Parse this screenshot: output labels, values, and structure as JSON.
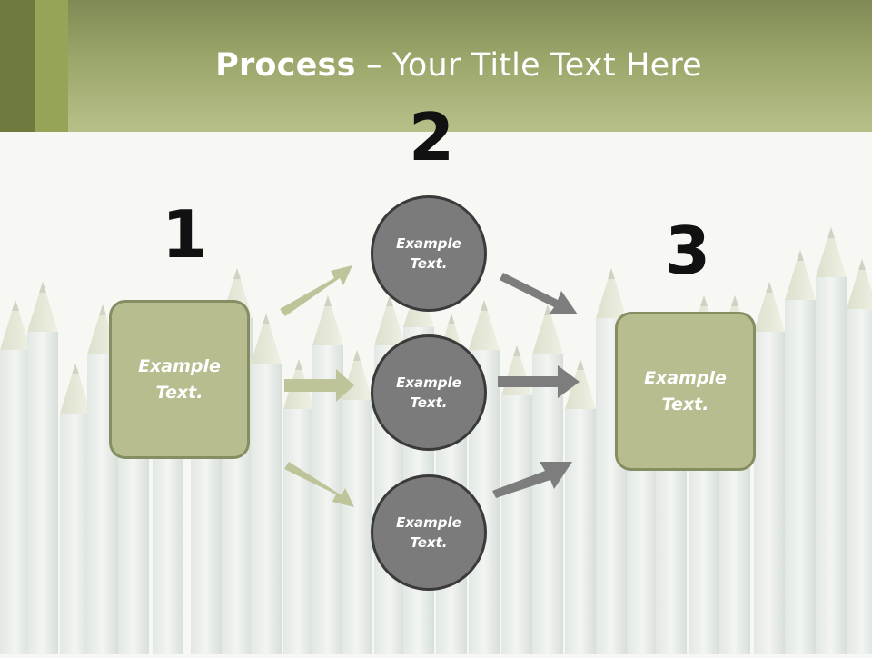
{
  "title": {
    "bold": "Process",
    "dash": "–",
    "rest": "Your Title Text Here"
  },
  "steps": [
    {
      "number": "1",
      "text": "Example Text."
    },
    {
      "number": "2",
      "text": [
        "Example Text.",
        "Example Text.",
        "Example Text."
      ]
    },
    {
      "number": "3",
      "text": "Example Text."
    }
  ],
  "colors": {
    "header": "#9aa66a",
    "box_fill": "#b7bd8f",
    "box_border": "#858e63",
    "circle_fill": "#7b7b7b",
    "circle_border": "#3a3a3a",
    "arrow_green": "#bdc49a",
    "arrow_gray": "#7d7d7d"
  }
}
